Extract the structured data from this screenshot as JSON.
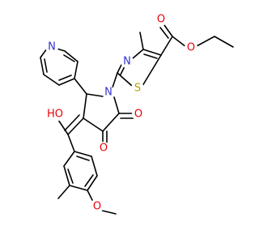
{
  "colors": {
    "carbon_bond": "#000000",
    "nitrogen": "#3333cc",
    "oxygen": "#e8000b",
    "sulfur": "#b2a200",
    "background": "#ffffff"
  },
  "atoms": [
    {
      "id": "O_ester_carbonyl",
      "symbol": "O",
      "element": "oxygen"
    },
    {
      "id": "O_ester_link",
      "symbol": "O",
      "element": "oxygen"
    },
    {
      "id": "N_thiazole",
      "symbol": "N",
      "element": "nitrogen"
    },
    {
      "id": "S_thiazole",
      "symbol": "S",
      "element": "sulfur"
    },
    {
      "id": "N_pyridine",
      "symbol": "N",
      "element": "nitrogen"
    },
    {
      "id": "N_pyrrolidine",
      "symbol": "N",
      "element": "nitrogen"
    },
    {
      "id": "O_hydroxy",
      "symbol": "HO",
      "element": "oxygen"
    },
    {
      "id": "O_ring_carbonyl_right",
      "symbol": "O",
      "element": "oxygen"
    },
    {
      "id": "O_ring_carbonyl_bottom",
      "symbol": "O",
      "element": "oxygen"
    },
    {
      "id": "O_methoxy",
      "symbol": "O",
      "element": "oxygen"
    }
  ]
}
